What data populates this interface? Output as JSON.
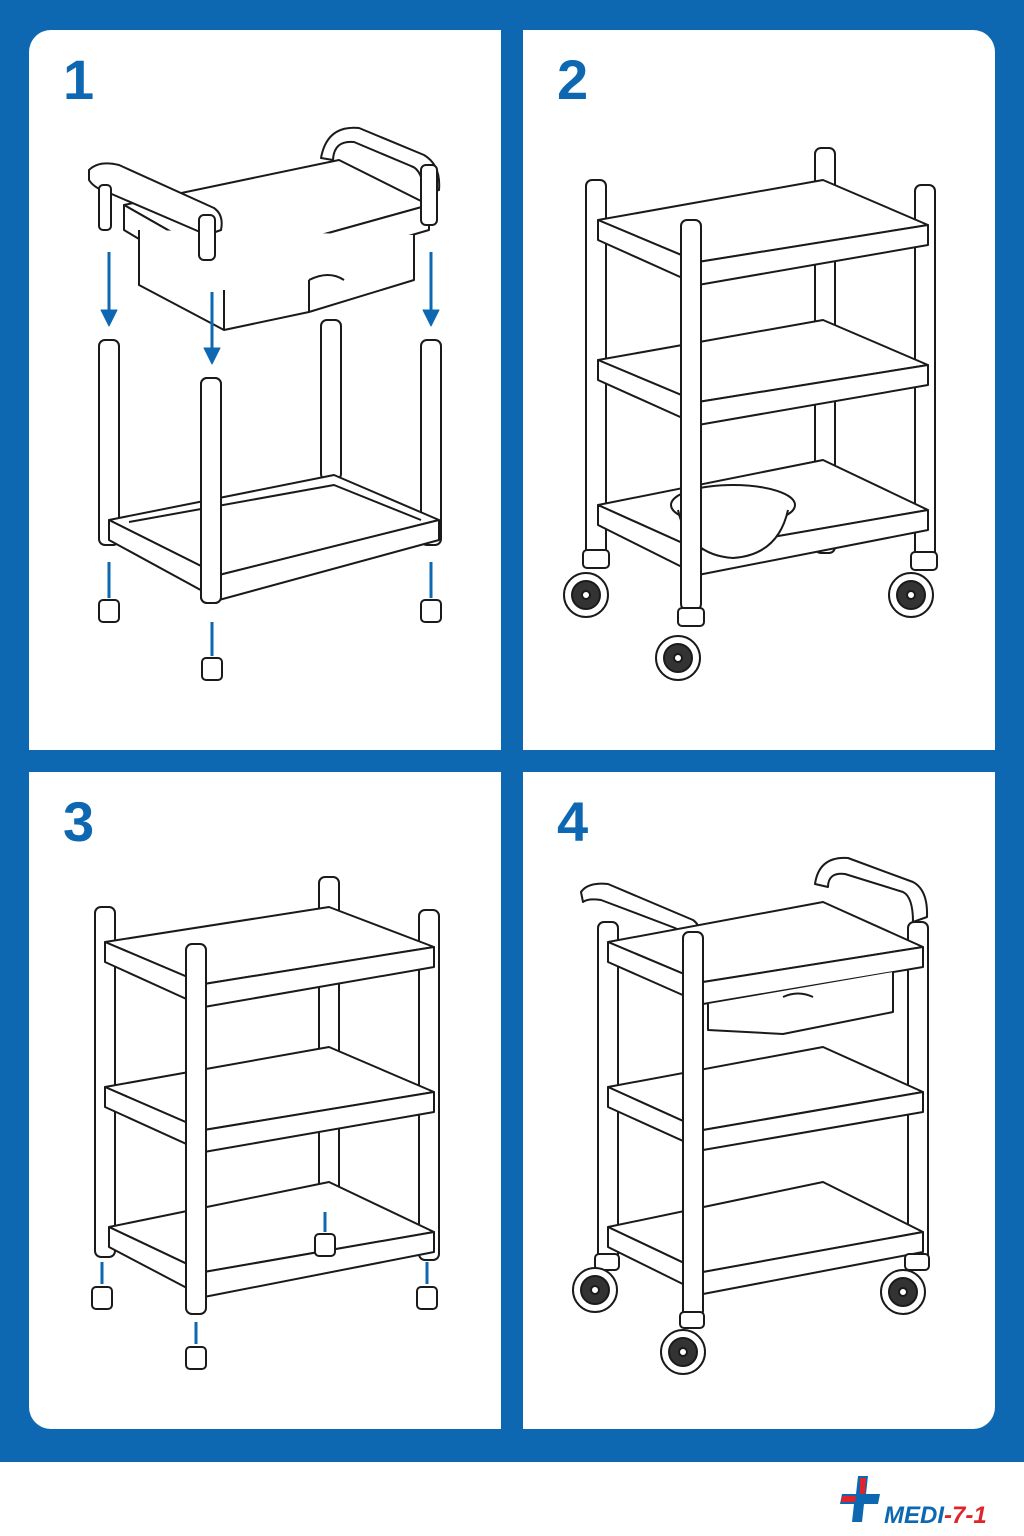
{
  "steps": [
    {
      "number": "1"
    },
    {
      "number": "2"
    },
    {
      "number": "3"
    },
    {
      "number": "4"
    }
  ],
  "colors": {
    "frame": "#0d68b1",
    "arrow": "#0d68b1",
    "line": "#1a1a1a",
    "logo_blue": "#0d68b1",
    "logo_red": "#e0242b"
  },
  "logo": {
    "brand": "MEDI",
    "suffix": "-7-1"
  }
}
